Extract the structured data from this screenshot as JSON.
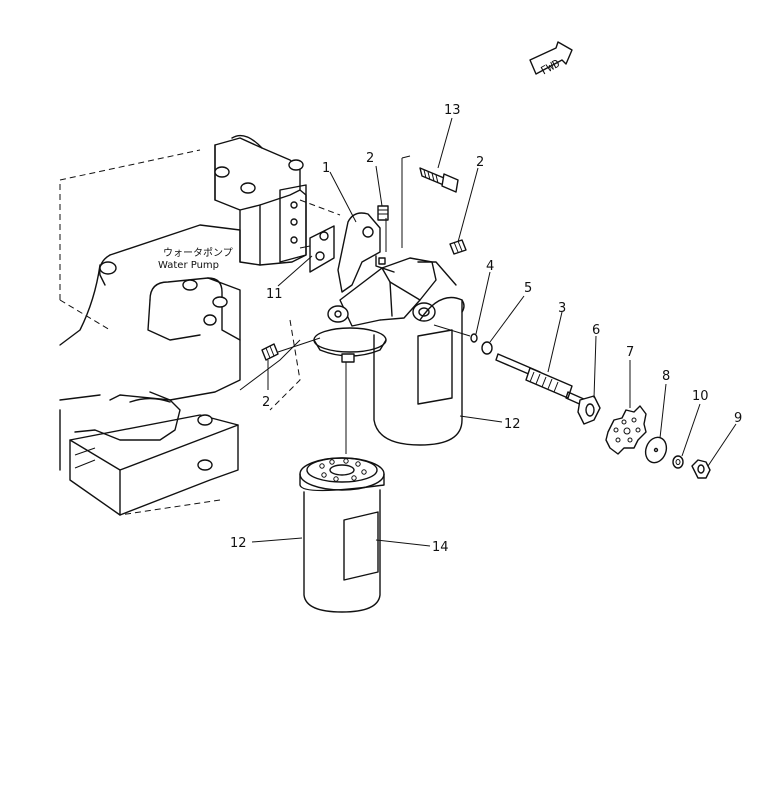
{
  "fwd_indicator": "FWD",
  "water_pump_label_jp": "ウォータポンプ",
  "water_pump_label_en": "Water Pump",
  "callouts": {
    "c1": "1",
    "c2a": "2",
    "c2b": "2",
    "c2c": "2",
    "c3": "3",
    "c4": "4",
    "c5": "5",
    "c6": "6",
    "c7": "7",
    "c8": "8",
    "c9": "9",
    "c10": "10",
    "c11": "11",
    "c12a": "12",
    "c12b": "12",
    "c13": "13",
    "c14": "14"
  }
}
